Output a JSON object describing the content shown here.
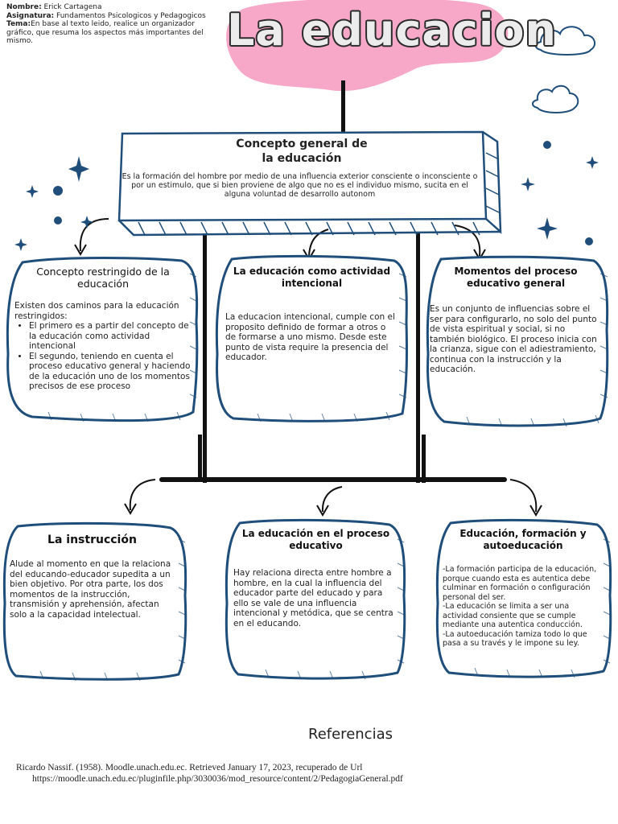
{
  "header": {
    "name_label": "Nombre:",
    "name_value": " Erick Cartagena",
    "subject_label": "Asignatura:",
    "subject_value": " Fundamentos Psicologicos y Pedagogicos",
    "topic_label": "Tema:",
    "topic_value": "En base al texto leido, realice un organizador gráfico, que resuma los aspectos más importantes del mismo."
  },
  "title": "La educacion",
  "concept": {
    "title_line1": "Concepto general de",
    "title_line2": "la educación",
    "text": "Es la formación del hombre por medio de  una influencia exterior consciente o inconsciente o por un estimulo, que si bien proviene de algo que no es el individuo mismo, sucita en el alguna voluntad de desarrollo autonom"
  },
  "cards": {
    "restringido": {
      "title": "Concepto restringido de la educación",
      "intro": "Existen dos caminos para la educación restringidos:",
      "items": [
        "El primero es a partir del concepto de la educación como actividad intencional",
        "El segundo, teniendo en cuenta el proceso educativo general y haciendo de la educación uno de los momentos precisos de ese proceso"
      ]
    },
    "intencional": {
      "title": "La educación como actividad intencional",
      "text": "La educacion intencional, cumple con el proposito definido de formar a otros o de formarse a uno mismo. Desde este punto de vista require la presencia del educador."
    },
    "momentos": {
      "title": "Momentos del proceso educativo general",
      "text": "Es un conjunto de influencias sobre el ser para configurarlo, no solo del punto de vista espiritual y social, si no también biológico. El proceso inicia con la crianza, sigue con el adiestramiento, continua con la instrucción y la educación."
    },
    "instruccion": {
      "title": "La instrucción",
      "text": "Alude al momento en que la relaciona del educando-educador supedita a un bien objetivo. Por otra parte, los dos momentos de la instrucción, transmisión y aprehensión,  afectan solo a la capacidad intelectual."
    },
    "proceso": {
      "title": "La educación en el proceso educativo",
      "text": "Hay relaciona directa entre hombre a hombre, en la cual la influencia del educador parte del educado y para ello se vale de una influencia intencional y metódica, que se centra en el educando."
    },
    "autoeducacion": {
      "title": "Educación, formación y autoeducación",
      "lines": [
        "-La formación participa de la educación, porque cuando esta es autentica debe culminar en formación o configuración  personal del ser.",
        "-La educación se limita a ser una actividad consiente que se cumple mediante una autentica conducción.",
        " -La autoeducación tamiza todo lo que pasa a su través y le impone su ley."
      ]
    }
  },
  "references": {
    "title": "Referencias",
    "citation": "Ricardo Nassif. (1958). Moodle.unach.edu.ec. Retrieved January 17, 2023, recuperado de Url",
    "url": "https://moodle.unach.edu.ec/pluginfile.php/3030036/mod_resource/content/2/PedagogiaGeneral.pdf"
  },
  "colors": {
    "pink_blob": "#f7a8c8",
    "card_border": "#1f4e7a",
    "line": "#111111",
    "decor_blue": "#1f4e7a"
  }
}
